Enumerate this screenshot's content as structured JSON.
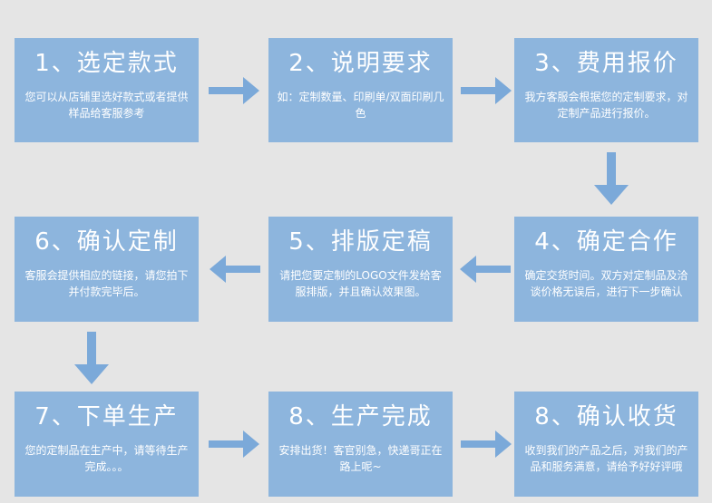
{
  "colors": {
    "box": "#8db5dd",
    "arrow": "#7ba9d9",
    "background": "#e5e5e5",
    "text": "#ffffff"
  },
  "steps": [
    {
      "title": "1、选定款式",
      "desc": "您可以从店铺里选好款式或者提供样品给客服参考"
    },
    {
      "title": "2、说明要求",
      "desc": "如：定制数量、印刷单/双面印刷几色"
    },
    {
      "title": "3、费用报价",
      "desc": "我方客服会根据您的定制要求，对定制产品进行报价。"
    },
    {
      "title": "4、确定合作",
      "desc": "确定交货时间。双方对定制品及洽谈价格无误后，进行下一步确认"
    },
    {
      "title": "5、排版定稿",
      "desc": "请把您要定制的LOGO文件发给客服排版，并且确认效果图。"
    },
    {
      "title": "6、确认定制",
      "desc": "客服会提供相应的链接，请您拍下并付款完毕后。"
    },
    {
      "title": "7、下单生产",
      "desc": "您的定制品在生产中，请等待生产完成。。。"
    },
    {
      "title": "8、生产完成",
      "desc": "安排出货！客官别急，快递哥正在路上呢~"
    },
    {
      "title": "8、确认收货",
      "desc": "收到我们的产品之后，对我们的产品和服务满意，请给予好好评哦"
    }
  ]
}
